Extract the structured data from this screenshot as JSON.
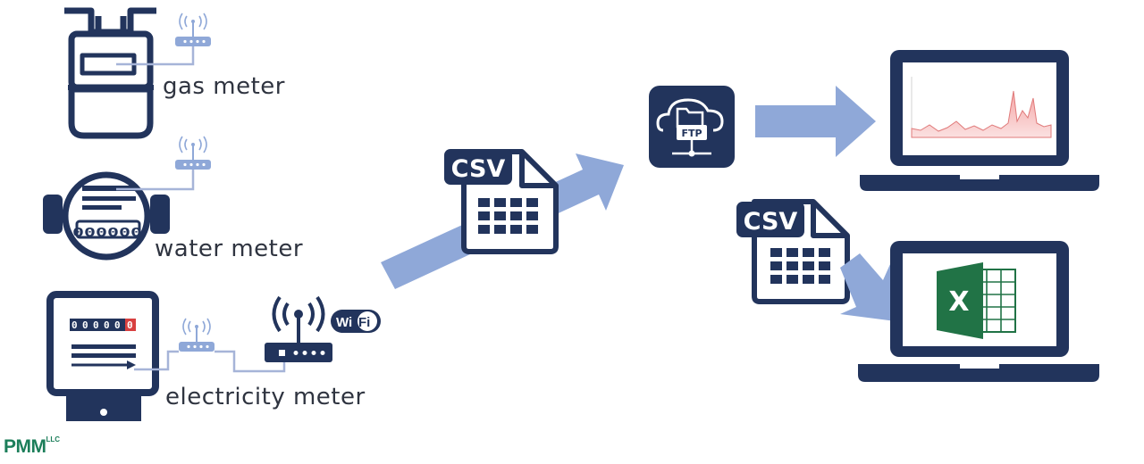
{
  "labels": {
    "gas_meter": "gas meter",
    "water_meter": "water meter",
    "electricity_meter": "electricity meter"
  },
  "water_display": "000000",
  "electric_digits": [
    "0",
    "0",
    "0",
    "0",
    "0",
    "0"
  ],
  "wifi_badge_left": "Wi",
  "wifi_badge_right": "Fi",
  "csv_labels": [
    "CSV",
    "CSV"
  ],
  "ftp_label": "FTP",
  "excel_letter": "X",
  "logo": {
    "name": "PMM",
    "suffix": "LLC"
  },
  "colors": {
    "navy": "#22345c",
    "arrow_blue": "#8fa8d8",
    "connector": "#a6b4d8",
    "excel_green": "#217346",
    "logo_green": "#1c7e5a",
    "chart_fill": "#f2b6b6"
  },
  "icons": [
    "gas-meter-icon",
    "water-meter-icon",
    "electricity-meter-icon",
    "router-icon",
    "wifi-icon",
    "csv-file-icon",
    "ftp-cloud-icon",
    "laptop-icon",
    "excel-icon"
  ]
}
